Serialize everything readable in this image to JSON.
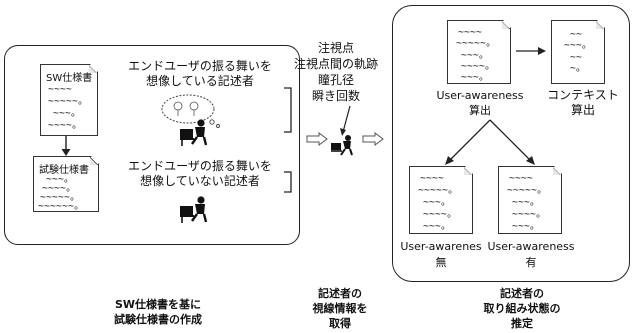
{
  "panel_left": {
    "sw_doc": {
      "title": "SW仕様書",
      "lines": [
        "~~~~",
        "~~~~~。",
        "~~~。",
        "~~~~。"
      ]
    },
    "test_doc": {
      "title": "試験仕様書",
      "lines": [
        "~~~。",
        "~~~~。",
        "~~~~~。",
        "~~~~~~。"
      ]
    },
    "writer_imagining": [
      "エンドユーザの振る舞いを",
      "想像している記述者"
    ],
    "writer_not_imagining": [
      "エンドユーザの振る舞いを",
      "想像していない記述者"
    ]
  },
  "middle": {
    "measures": [
      "注視点",
      "注視点間の軌跡",
      "瞳孔径",
      "瞬き回数"
    ]
  },
  "panel_right": {
    "doc_top_left_lines": [
      "~~~~",
      "~~~~~。",
      "~~~。",
      "~~~~。",
      "~~~。"
    ],
    "doc_top_right_lines": [
      "~~",
      "~~~。",
      "~~",
      "~。"
    ],
    "ua_calc": [
      "User-awareness",
      "算出"
    ],
    "context_calc": [
      "コンテキスト",
      "算出"
    ],
    "doc_bottom_left_lines": [
      "~~~~",
      "~~~~~。",
      "~~~。",
      "~~~~。",
      "~~~。"
    ],
    "doc_bottom_right_lines": [
      "~~~~",
      "~~~~~。",
      "~~~。",
      "~~~~。",
      "~~~。"
    ],
    "ua_absent": [
      "User-awarenes",
      "無"
    ],
    "ua_present": [
      "User-awareness",
      "有"
    ]
  },
  "captions": {
    "left": [
      "SW仕様書を基に",
      "試験仕様書の作成"
    ],
    "middle": [
      "記述者の",
      "視線情報を",
      "取得"
    ],
    "right": [
      "記述者の",
      "取り組み状態の",
      "推定"
    ]
  }
}
